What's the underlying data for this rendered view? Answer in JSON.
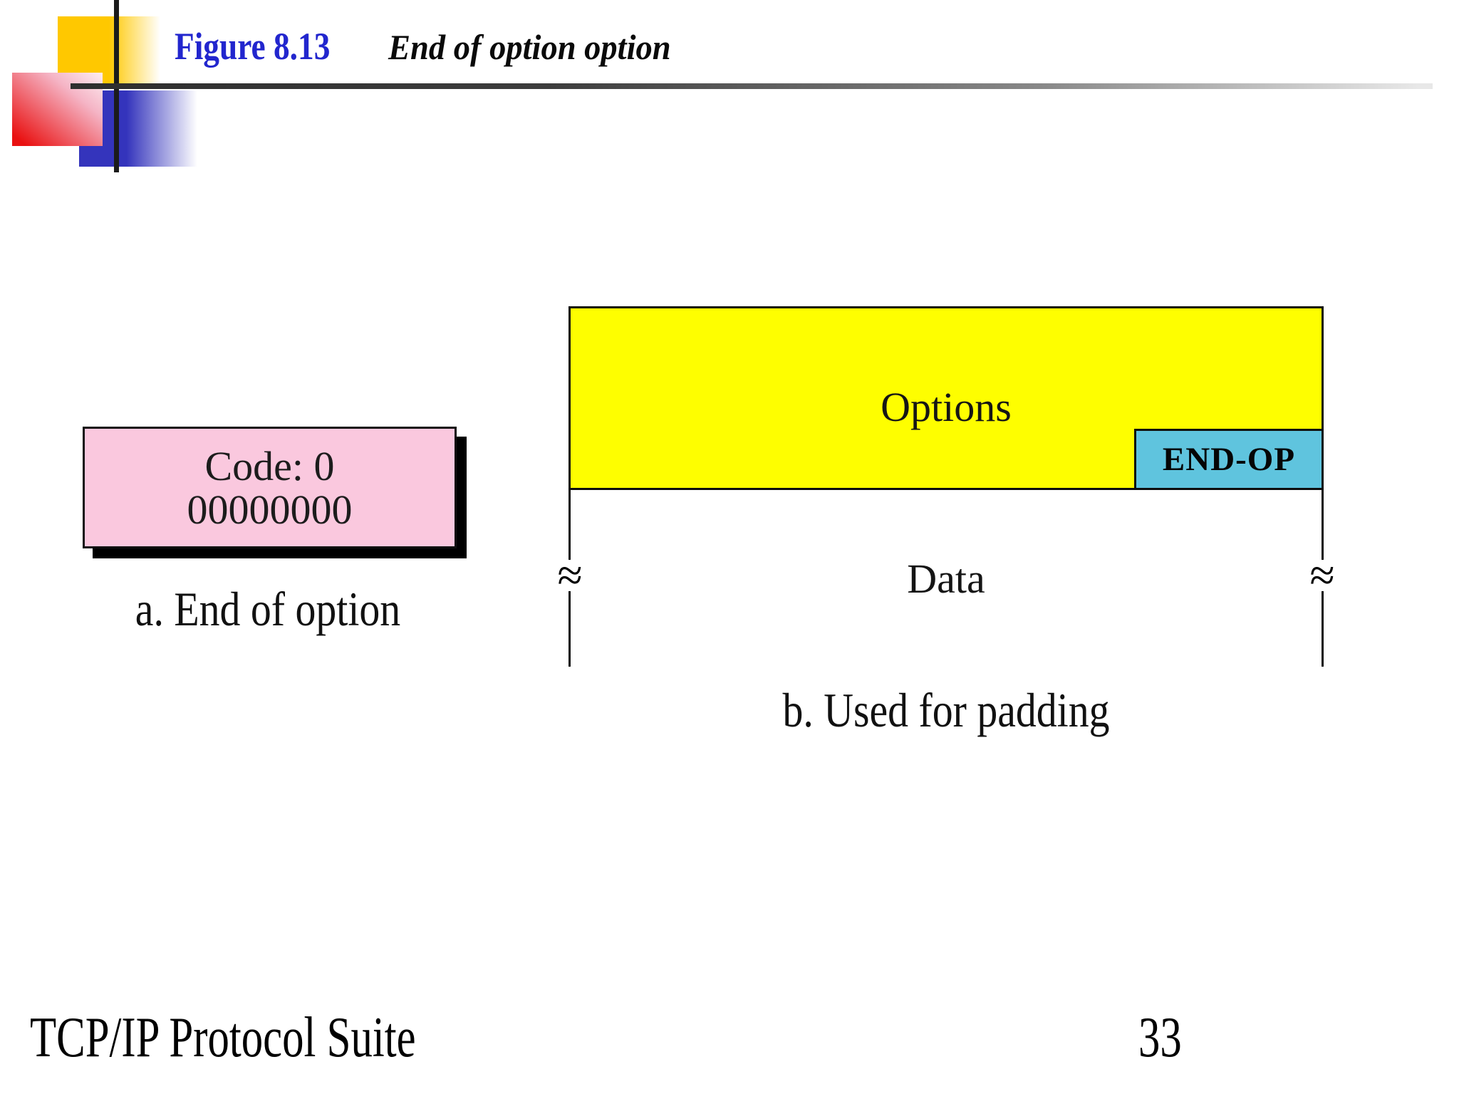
{
  "slide": {
    "figure_label": "Figure 8.13",
    "figure_title": "End of option option",
    "footer": "TCP/IP Protocol Suite",
    "page_number": "33"
  },
  "panel_a": {
    "code_line1": "Code: 0",
    "code_line2": "00000000",
    "caption": "a. End of option"
  },
  "panel_b": {
    "options_label": "Options",
    "endop_label": "END-OP",
    "data_label": "Data",
    "break_symbol": "≈",
    "caption": "b. Used for padding"
  },
  "colors": {
    "figure_label_blue": "#2226CE",
    "code_box_pink": "#FAC8DE",
    "options_yellow": "#FEFE00",
    "endop_cyan": "#5FC4DE",
    "deco_gold": "#FFC800",
    "deco_red": "#E91111",
    "deco_blue": "#3434BC",
    "line_black": "#1B1B1B"
  }
}
